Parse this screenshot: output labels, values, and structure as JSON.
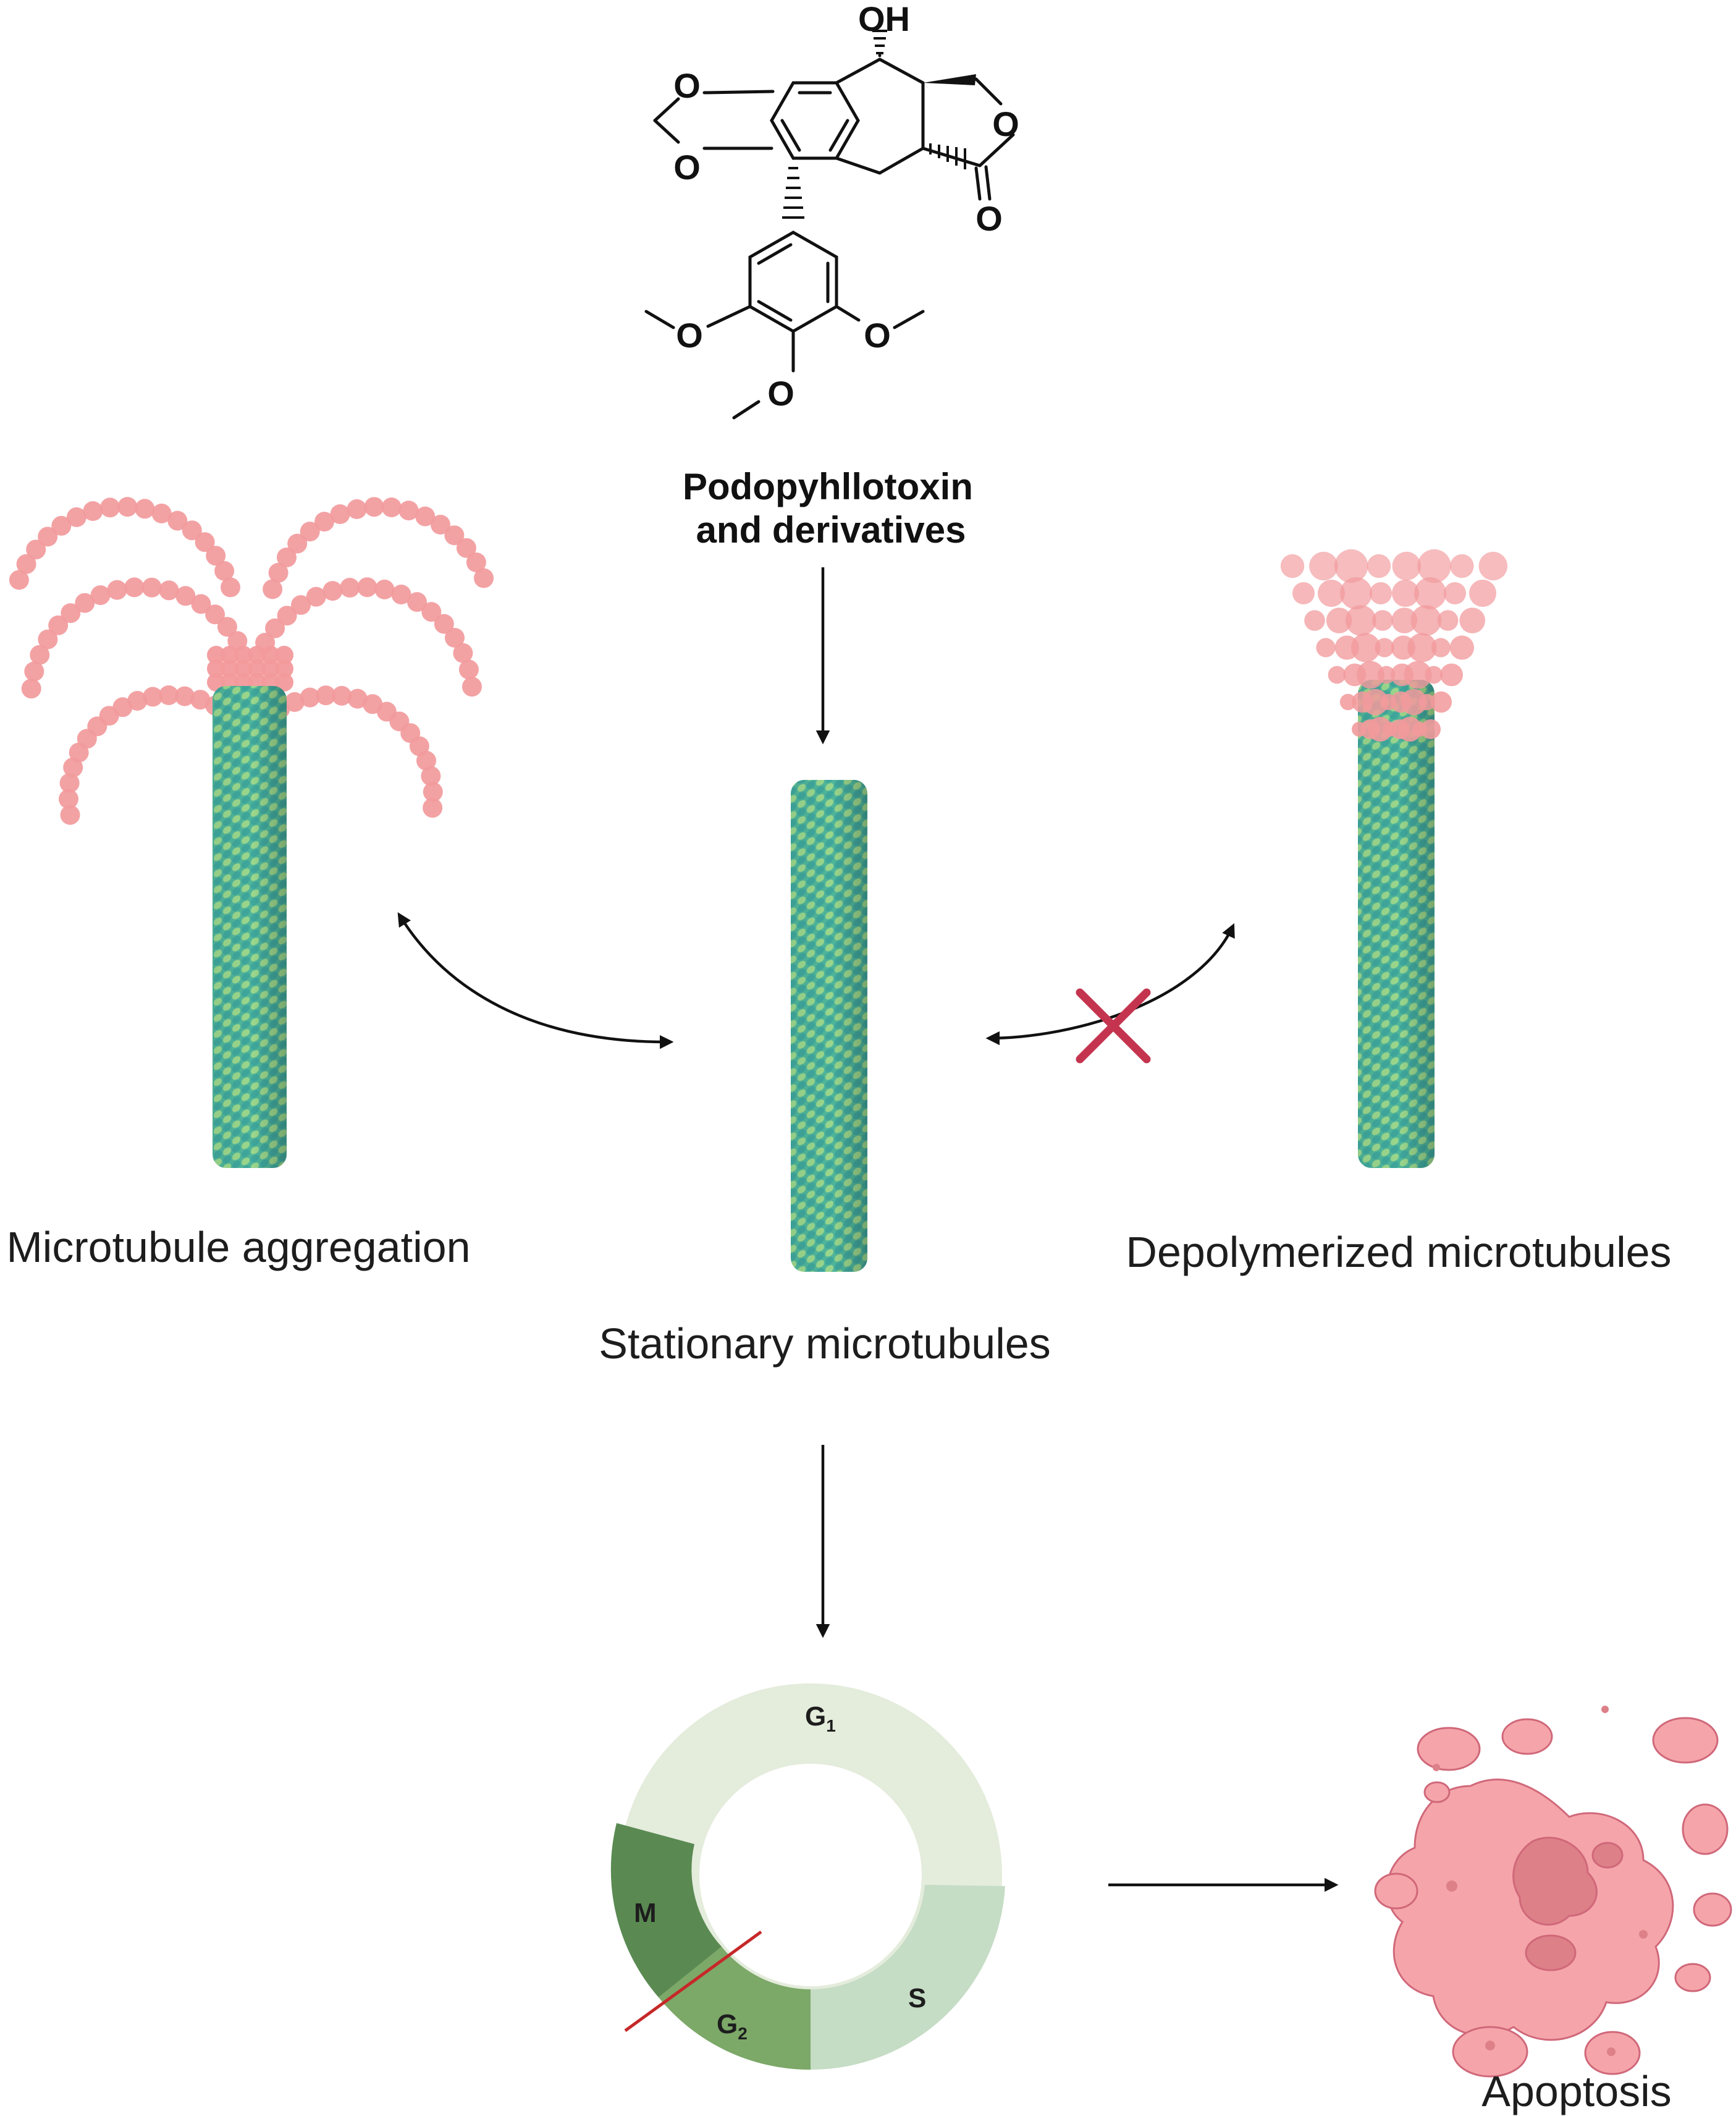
{
  "compound": {
    "name_line1": "Podopyhllotoxin",
    "name_line2": "and derivatives",
    "atoms": {
      "oh": "OH",
      "o_diox_top": "O",
      "o_diox_bottom": "O",
      "o_lactone_ring": "O",
      "o_carbonyl": "O",
      "o_methoxy_left": "O",
      "o_methoxy_right": "O",
      "o_methoxy_bottom": "O"
    }
  },
  "states": {
    "aggregation": "Microtubule aggregation",
    "stationary": "Stationary microtubules",
    "depolymerized": "Depolymerized microtubules"
  },
  "cell_cycle": {
    "g1": "G",
    "g1_sub": "1",
    "s": "S",
    "g2": "G",
    "g2_sub": "2",
    "m": "M"
  },
  "outcome": "Apoptosis",
  "colors": {
    "tubulin_light": "#8fd08a",
    "tubulin_dark": "#3aa89a",
    "bead": "#f29a9c",
    "block_x": "#c4344f",
    "g1": "#e4ecdc",
    "s": "#c5dcc5",
    "g2": "#7ca868",
    "m": "#5a8a52",
    "cell": "#f5a5aa"
  }
}
